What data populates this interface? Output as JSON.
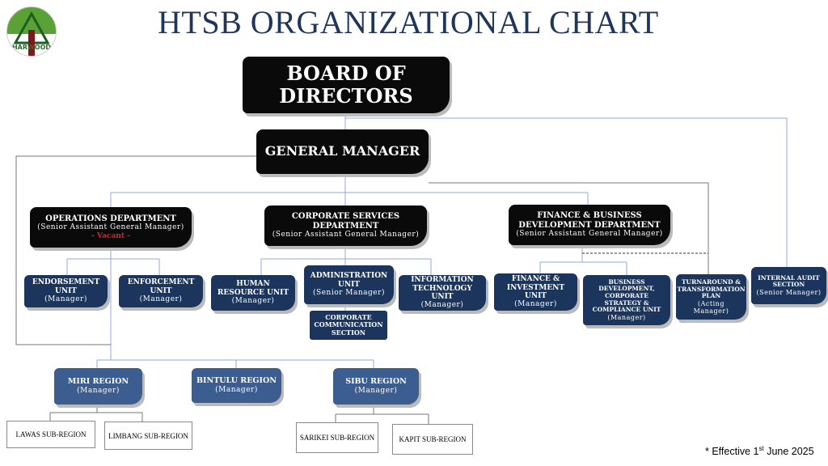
{
  "title": "HTSB ORGANIZATIONAL CHART",
  "logo_text": "HARWOOD",
  "board": {
    "line1": "BOARD OF",
    "line2": "DIRECTORS"
  },
  "gm": "GENERAL MANAGER",
  "departments": [
    {
      "name": "OPERATIONS DEPARTMENT",
      "role": "(Senior Assistant General Manager)",
      "note": "- Vacant -"
    },
    {
      "name": "CORPORATE SERVICES DEPARTMENT",
      "role": "(Senior Assistant General Manager)"
    },
    {
      "name": "FINANCE & BUSINESS DEVELOPMENT DEPARTMENT",
      "role": "(Senior Assistant General Manager)"
    }
  ],
  "units": [
    {
      "name": "ENDORSEMENT UNIT",
      "role": "(Manager)"
    },
    {
      "name": "ENFORCEMENT UNIT",
      "role": "(Manager)"
    },
    {
      "name": "HUMAN RESOURCE UNIT",
      "role": "(Manager)"
    },
    {
      "name": "ADMINISTRATION UNIT",
      "role": "(Senior Manager)"
    },
    {
      "name": "INFORMATION TECHNOLOGY UNIT",
      "role": "(Manager)"
    },
    {
      "name": "FINANCE & INVESTMENT UNIT",
      "role": "(Manager)"
    },
    {
      "name": "BUSINESS DEVELOPMENT, CORPORATE STRATEGY & COMPLIANCE UNIT",
      "role": "(Manager)"
    },
    {
      "name": "TURNAROUND & TRANSFORMATION PLAN",
      "role": "(Acting Manager)"
    },
    {
      "name": "INTERNAL AUDIT SECTION",
      "role": "(Senior Manager)"
    }
  ],
  "corp_comm": "CORPORATE COMMUNICATION SECTION",
  "regions": [
    {
      "name": "MIRI REGION",
      "role": "(Manager)"
    },
    {
      "name": "BINTULU REGION",
      "role": "(Manager)"
    },
    {
      "name": "SIBU REGION",
      "role": "(Manager)"
    }
  ],
  "subregions": [
    "LAWAS SUB-REGION",
    "LIMBANG SUB-REGION",
    "SARIKEI SUB-REGION",
    "KAPIT SUB-REGION"
  ],
  "footnote": {
    "text": "* Effective 1",
    "sup": "st",
    "rest": " June 2025"
  }
}
